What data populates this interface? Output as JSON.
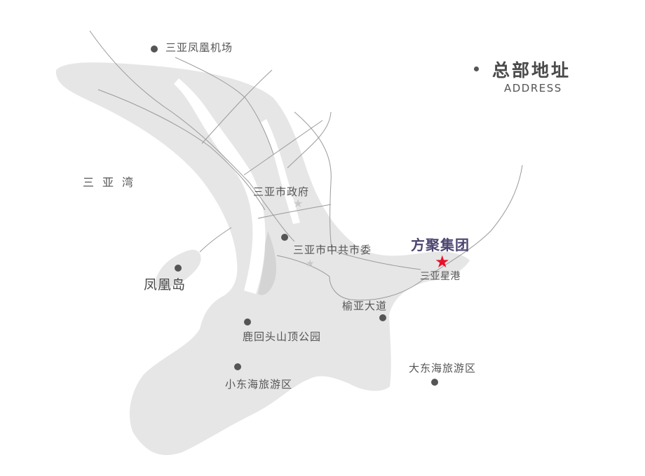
{
  "address": {
    "title": "总部地址",
    "subtitle": "ADDRESS"
  },
  "colors": {
    "land": "#e6e6e6",
    "river": "#ffffff",
    "road": "#9a9a9a",
    "poi_dot": "#555555",
    "headquarters_star": "#e8102a",
    "headquarters_text": "#4b4570",
    "gov_star": "#c9c9c9"
  },
  "labels": {
    "airport": "三亚凤凰机场",
    "bay": "三亚湾",
    "city_government": "三亚市政府",
    "party_committee": "三亚市中共市委",
    "phoenix_island": "凤凰岛",
    "headquarters": "方聚集团",
    "star_port": "三亚星港",
    "yuya_road": "榆亚大道",
    "luhuitou_park": "鹿回头山顶公园",
    "dadonghai": "大东海旅游区",
    "xiaodonghai": "小东海旅游区"
  },
  "icons": {
    "poi_marker": "dot-marker-icon",
    "headquarters_marker": "red-star-icon",
    "government_marker": "gray-star-icon"
  }
}
